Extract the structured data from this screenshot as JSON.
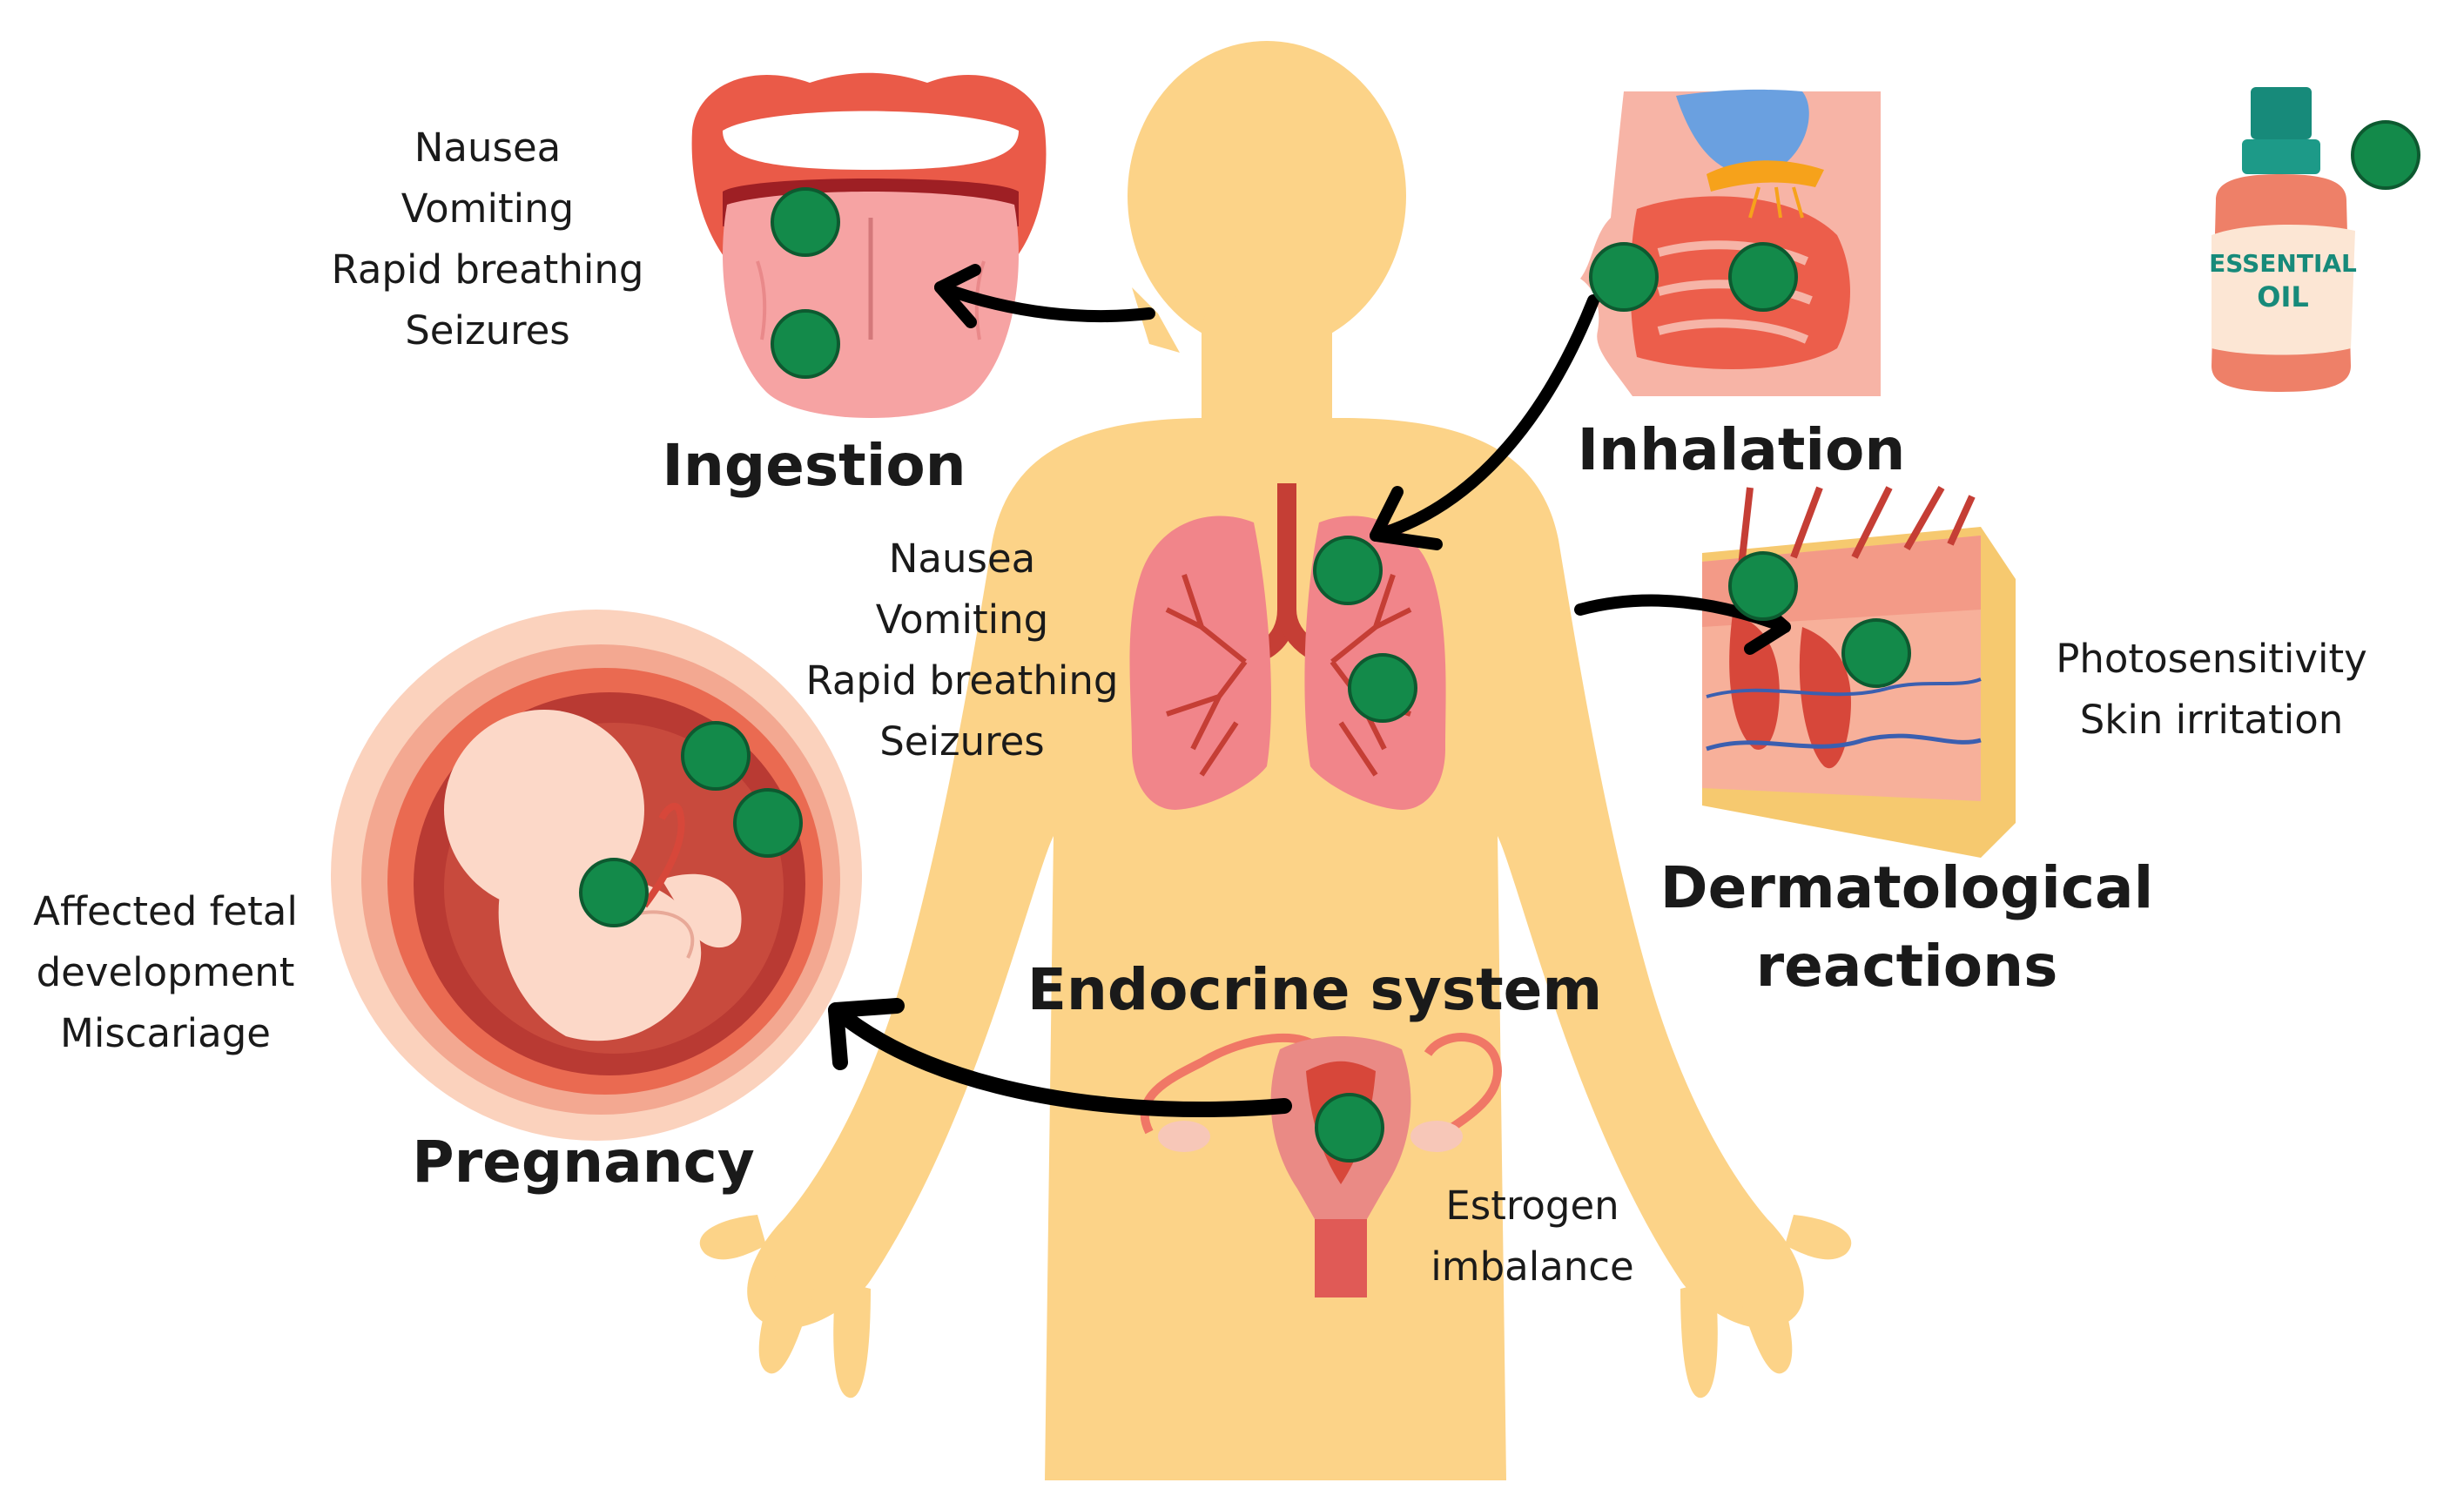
{
  "sections": {
    "ingestion": {
      "title": "Ingestion",
      "symptoms": [
        "Nausea",
        "Vomiting",
        "Rapid breathing",
        "Seizures"
      ]
    },
    "inhalation": {
      "title": "Inhalation",
      "symptoms": [
        "Nausea",
        "Vomiting",
        "Rapid breathing",
        "Seizures"
      ]
    },
    "dermatological": {
      "title_lines": [
        "Dermatological",
        "reactions"
      ],
      "symptoms": [
        "Photosensitivity",
        "Skin irritation"
      ]
    },
    "endocrine": {
      "title": "Endocrine system",
      "symptoms": [
        "Estrogen",
        "imbalance"
      ]
    },
    "pregnancy": {
      "title": "Pregnancy",
      "symptoms": [
        "Affected fetal",
        "development",
        "Miscariage"
      ]
    }
  },
  "bottle": {
    "label_lines": [
      "ESSENTIAL",
      "OIL"
    ]
  },
  "colors": {
    "body": "#fcd388",
    "marker": "#138a4a",
    "tissue": "#f07766",
    "tissue_dark": "#c53e35",
    "arrow": "#000000"
  },
  "icons": [
    "mouth-tongue-icon",
    "nasal-cavity-icon",
    "lungs-icon",
    "skin-cross-section-icon",
    "uterus-icon",
    "fetus-womb-icon",
    "essential-oil-bottle-icon"
  ]
}
